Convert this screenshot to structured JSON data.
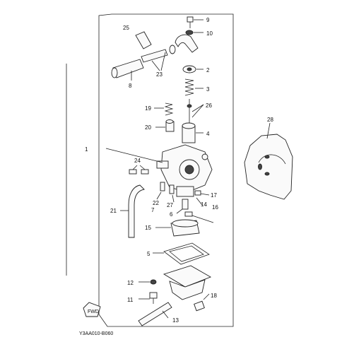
{
  "diagram": {
    "code": "Y3AA010-B060",
    "fwd_arrow_text": "FWD",
    "callouts": [
      "1",
      "2",
      "3",
      "4",
      "5",
      "6",
      "7",
      "8",
      "9",
      "10",
      "11",
      "12",
      "13",
      "14",
      "15",
      "16",
      "17",
      "18",
      "19",
      "20",
      "21",
      "22",
      "23",
      "24",
      "25",
      "26",
      "27",
      "28"
    ]
  }
}
